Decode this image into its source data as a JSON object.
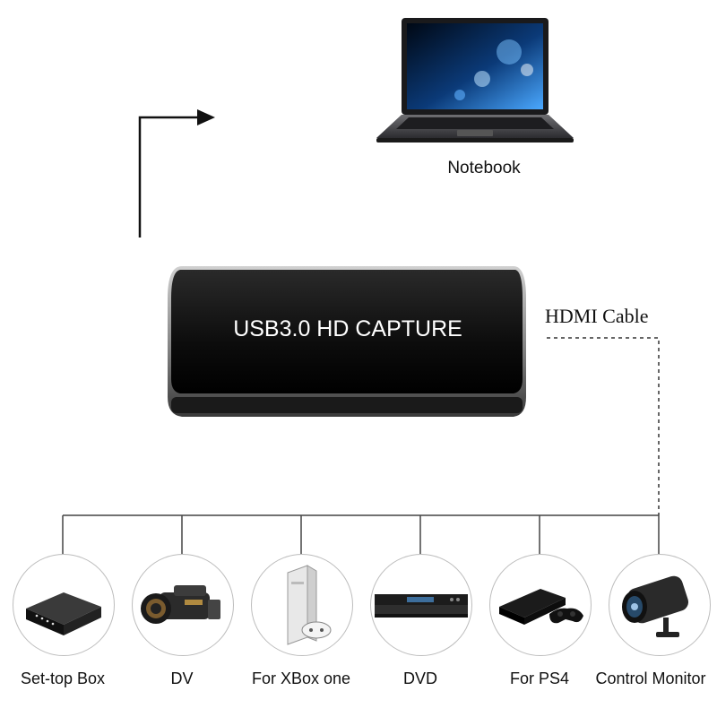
{
  "notebook": {
    "label": "Notebook",
    "icon": "laptop-icon"
  },
  "capture_device": {
    "label": "USB3.0 HD CAPTURE",
    "color": "#111111"
  },
  "cable": {
    "label": "HDMI Cable"
  },
  "sources": [
    {
      "label": "Set-top Box",
      "icon": "set-top-box-icon"
    },
    {
      "label": "DV",
      "icon": "camcorder-icon"
    },
    {
      "label": "For XBox one",
      "icon": "xbox-icon"
    },
    {
      "label": "DVD",
      "icon": "dvd-player-icon"
    },
    {
      "label": "For PS4",
      "icon": "ps4-icon"
    },
    {
      "label": "Control Monitor",
      "icon": "security-camera-icon"
    }
  ]
}
